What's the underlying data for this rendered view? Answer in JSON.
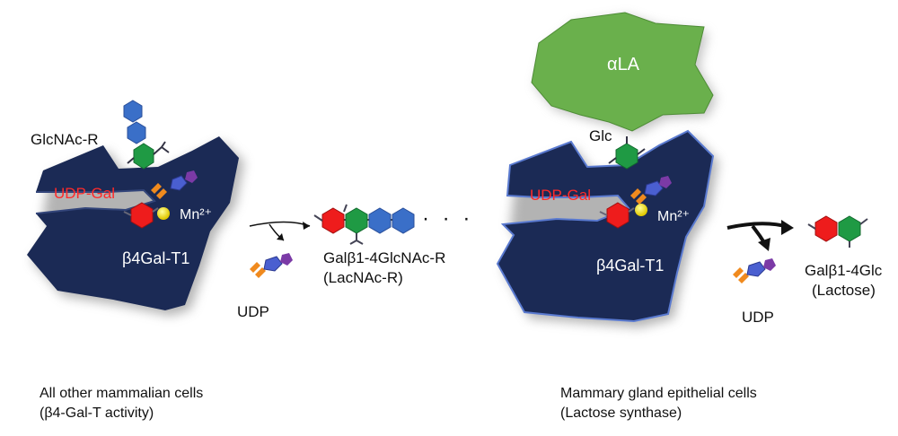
{
  "left_panel": {
    "substrate_label": "GlcNAc-R",
    "donor_label": "UDP-Gal",
    "metal_label": "Mn²⁺",
    "enzyme_label": "β4Gal-T1",
    "byproduct_label": "UDP",
    "product_label_line1": "Galβ1-4GlcNAc-R",
    "product_label_line2": "(LacNAc-R)",
    "product_ellipsis": "· · ·",
    "caption_line1": "All other mammalian cells",
    "caption_line2": "(β4-Gal-T activity)"
  },
  "right_panel": {
    "modifier_label": "αLA",
    "substrate_label": "Glc",
    "donor_label": "UDP-Gal",
    "metal_label": "Mn²⁺",
    "enzyme_label": "β4Gal-T1",
    "byproduct_label": "UDP",
    "product_label_line1": "Galβ1-4Glc",
    "product_label_line2": "(Lactose)",
    "caption_line1": "Mammary gland epithelial cells",
    "caption_line2": "(Lactose synthase)"
  },
  "colors": {
    "enzyme": "#1b2a55",
    "alpha_lactalbumin": "#6ab04c",
    "galactose": "#ee1c1c",
    "glcnac": "#1f9a44",
    "glucose": "#1f9a44",
    "chain_hexose": "#3a6fc8",
    "uridine": "#4a5fd0",
    "phosphate": "#f08a1e",
    "ribose": "#7b3aa6",
    "manganese": "#f2e21a",
    "donor_label": "#ff2a2a"
  }
}
